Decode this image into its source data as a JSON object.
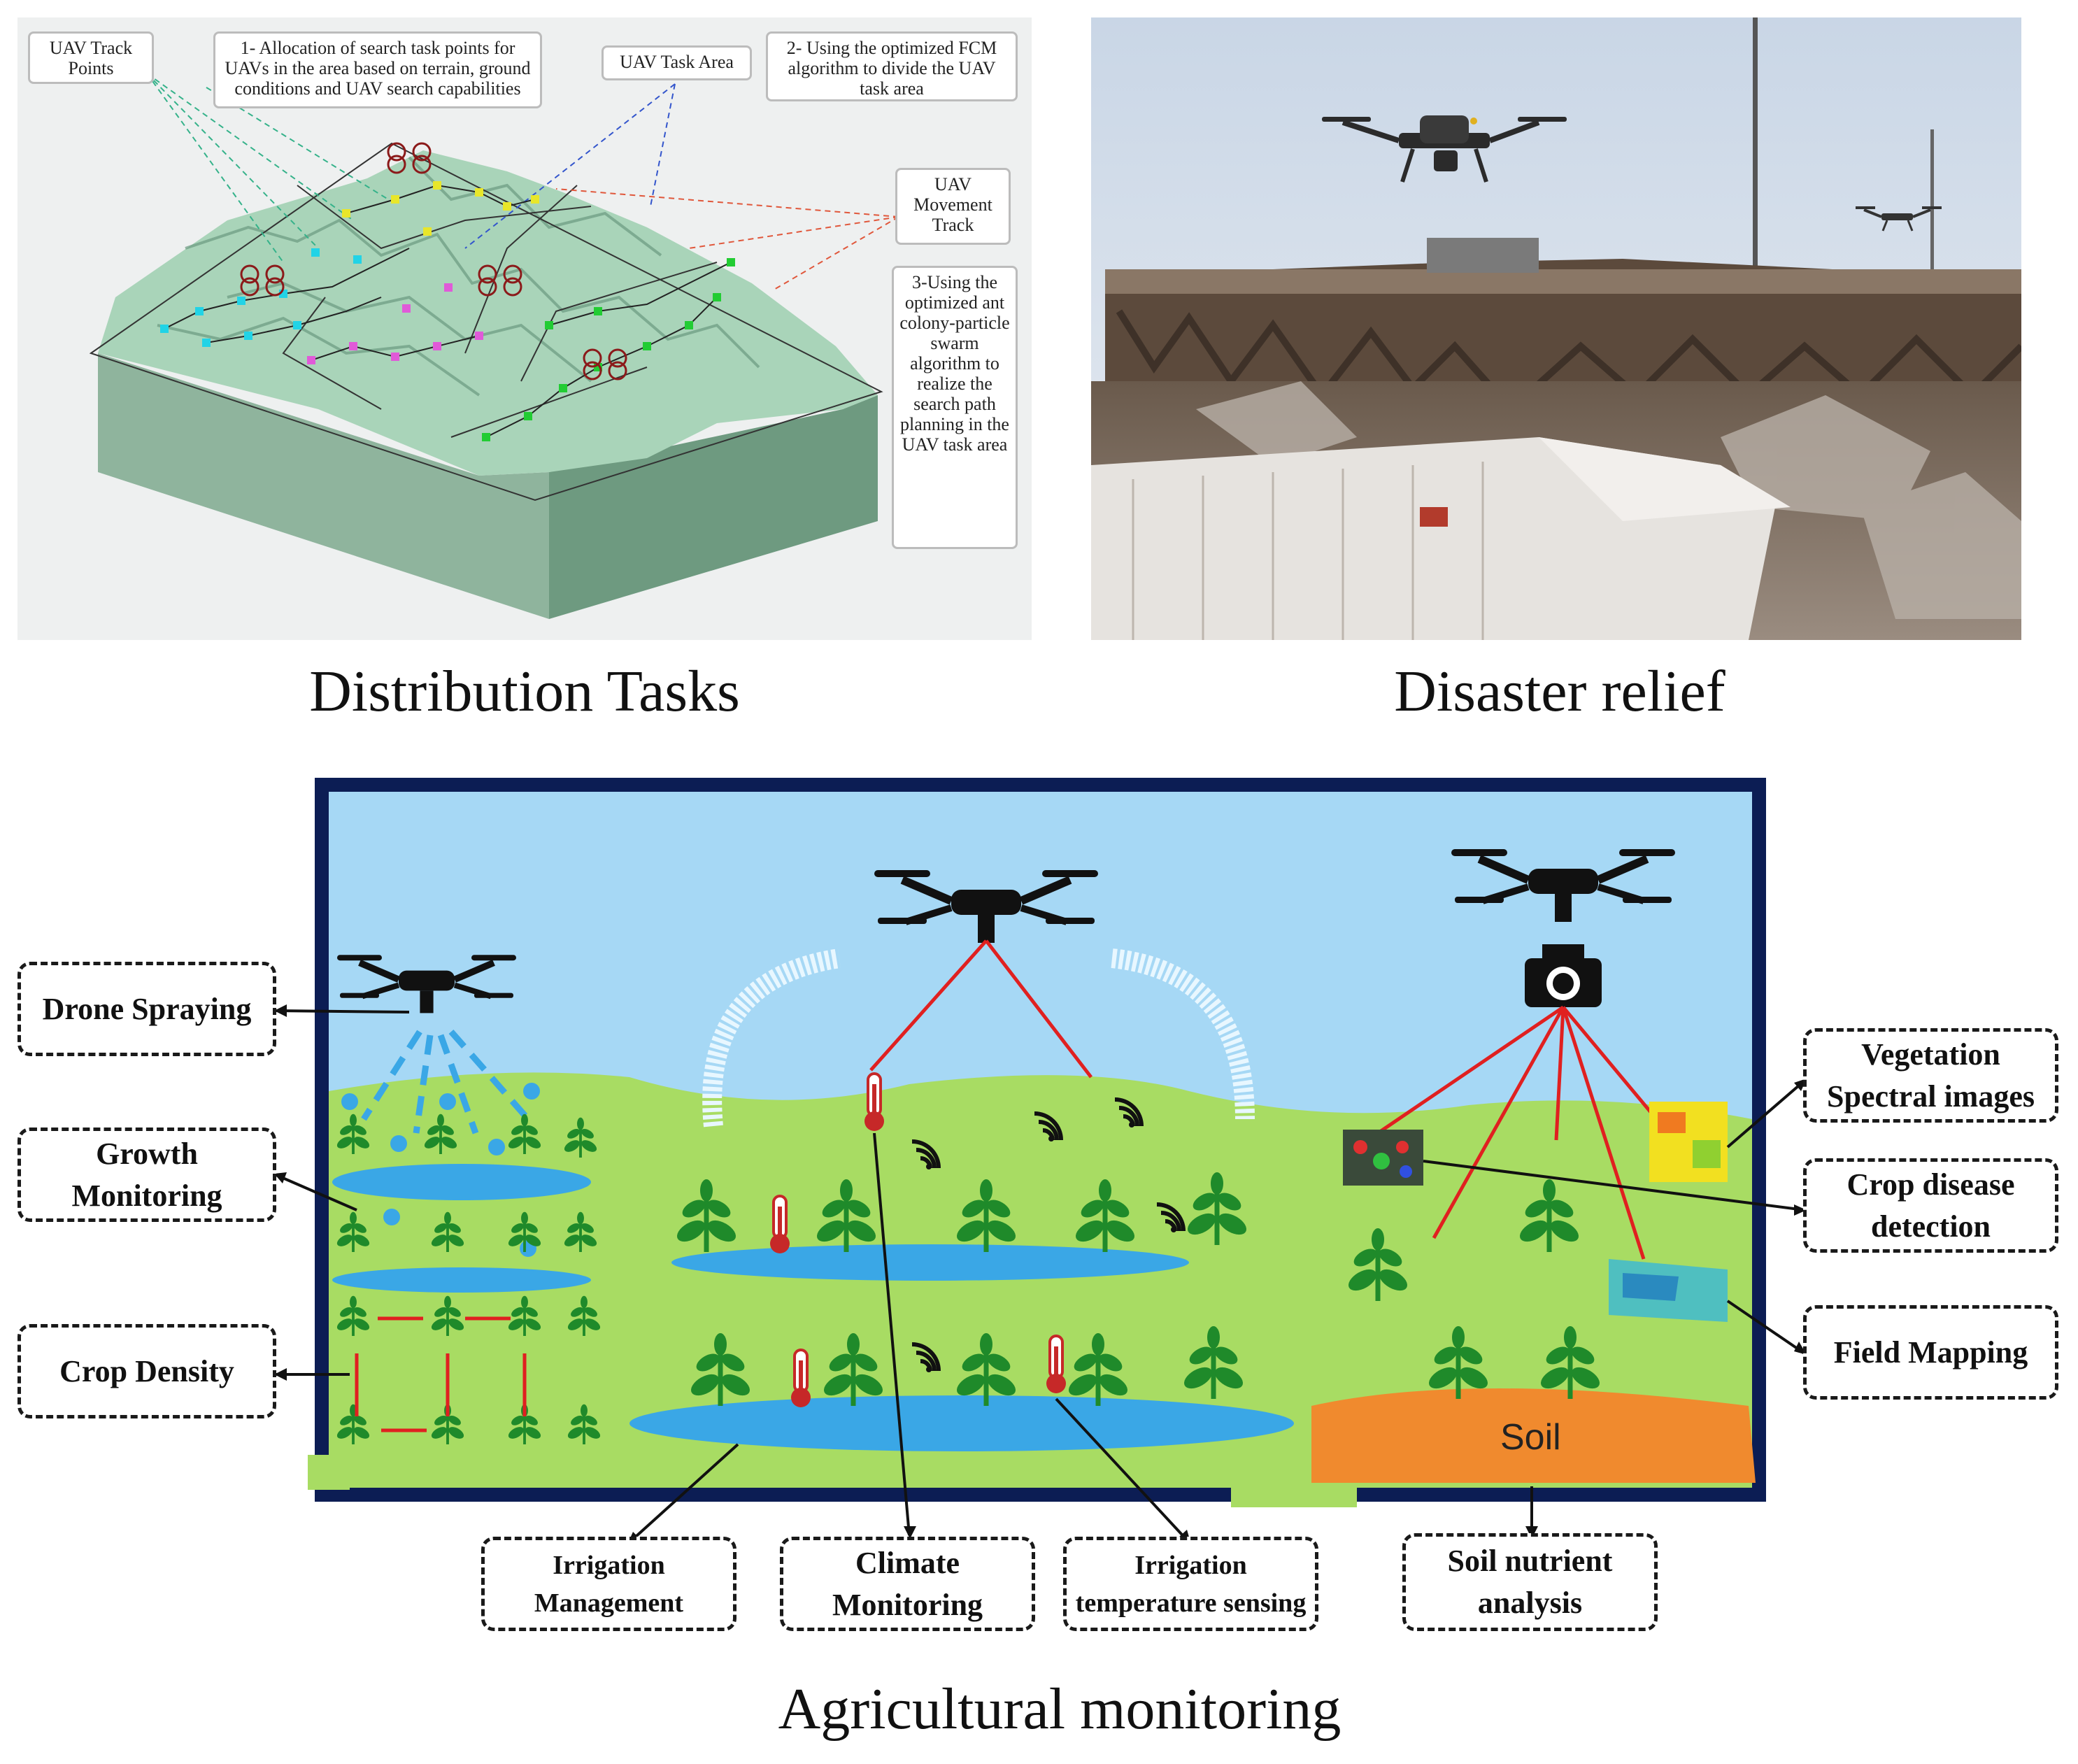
{
  "captions": {
    "distribution": "Distribution Tasks",
    "disaster": "Disaster relief",
    "agricultural": "Agricultural monitoring"
  },
  "distribution_panel": {
    "callouts": {
      "track_points": "UAV Track Points",
      "allocation": "1- Allocation of search task points for UAVs in the area based on terrain, ground conditions and UAV search capabilities",
      "task_area": "UAV Task Area",
      "fcm": "2- Using the optimized FCM algorithm to divide the UAV task area",
      "movement": "UAV Movement Track",
      "ant_colony": "3-Using the optimized ant colony-particle swarm algorithm to realize the search path planning in the UAV task area"
    },
    "colors": {
      "terrain": "#8fbfa5",
      "cyan": "#22d3e6",
      "yellow": "#e8e62a",
      "magenta": "#e05ad8",
      "green": "#22cc33",
      "drone": "#8b1a1a"
    }
  },
  "agri_panel": {
    "labels": {
      "drone_spraying": "Drone Spraying",
      "growth_monitoring": "Growth Monitoring",
      "crop_density": "Crop Density",
      "irrigation_management": "Irrigation Management",
      "climate_monitoring": "Climate Monitoring",
      "irrigation_temperature": "Irrigation temperature sensing",
      "soil_nutrient": "Soil nutrient analysis",
      "vegetation_spectral": "Vegetation Spectral images",
      "crop_disease": "Crop disease detection",
      "field_mapping": "Field Mapping",
      "soil": "Soil"
    },
    "colors": {
      "sky": "#a6d8f5",
      "grass": "#a8dc63",
      "water": "#3aa7e6",
      "plant": "#1f8a2a",
      "soil": "#f08a2e",
      "frame": "#0c1d54",
      "sensor": "#c62828"
    }
  }
}
